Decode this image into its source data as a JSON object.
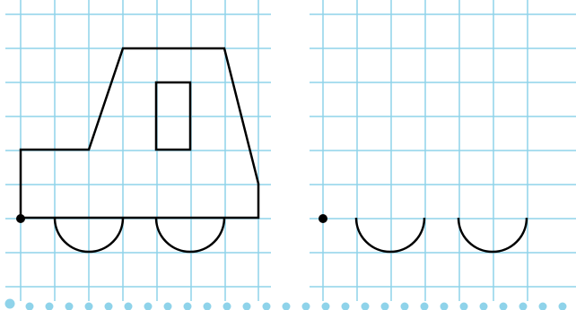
{
  "worksheet": {
    "exercise": "dot-to-dot-copy-drawing",
    "grid_color": "#8fd3ea",
    "line_color": "#000000",
    "dot_color": "#000000",
    "border_dot_color": "#8fd3ea"
  },
  "left_panel": {
    "role": "model-drawing",
    "figure": "vehicle-outline",
    "parts": [
      "body-outline",
      "window",
      "front-wheel",
      "rear-wheel",
      "start-dot"
    ]
  },
  "right_panel": {
    "role": "drawing-to-complete",
    "figure": "vehicle-outline",
    "parts": [
      "front-wheel",
      "rear-wheel",
      "start-dot"
    ]
  },
  "footer": {
    "decoration": "dotted-border"
  }
}
